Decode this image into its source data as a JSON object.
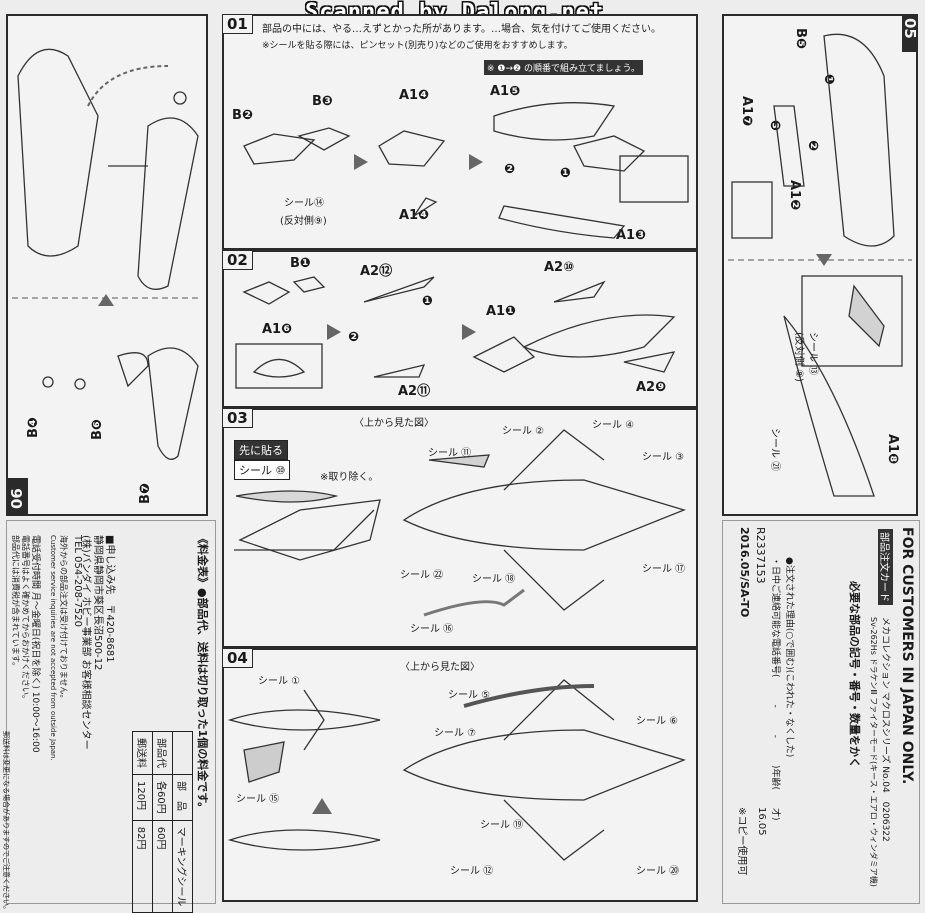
{
  "watermark": "Scanned by Dalong.net",
  "steps": {
    "s01": {
      "number": "01",
      "intro": "部品の中には、やる…えずとかった所があります。…場合、気を付けてご使用ください。",
      "seal_note": "※シールを貼る際には、ピンセット(別売り)などのご使用をおすすめします。",
      "order_note": "※ ❶→❷ の順番で組み立てましょう。",
      "labels": [
        "B❷",
        "B❸",
        "A1❹",
        "A1❹",
        "A1❺",
        "A1❸"
      ],
      "seal": "シール⑭",
      "seal_sub": "(反対側⑨)",
      "order": [
        "❶",
        "❷"
      ]
    },
    "s02": {
      "number": "02",
      "labels": [
        "B❶",
        "A1❻",
        "A2⑫",
        "A2⑩",
        "A1❶",
        "A2⑪",
        "A2❾"
      ],
      "order": [
        "❶",
        "❷"
      ]
    },
    "s03": {
      "number": "03",
      "view_label": "〈上から見た図〉",
      "first_title": "先に貼る",
      "first_seal": "シール ⑩",
      "remove_note": "※取り除く。",
      "seals": [
        "シール ②",
        "シール ④",
        "シール ⑪",
        "シール ③",
        "シール ㉒",
        "シール ⑱",
        "シール ⑰",
        "シール ⑯"
      ]
    },
    "s04": {
      "number": "04",
      "view_label": "〈上から見た図〉",
      "seals": [
        "シール ①",
        "シール ⑤",
        "シール ⑥",
        "シール ⑦",
        "シール ⑮",
        "シール ⑲",
        "シール ⑫",
        "シール ⑳"
      ]
    },
    "s05": {
      "number": "05",
      "labels": [
        "B❺",
        "A1❼",
        "A1❷",
        "A1❽"
      ],
      "order": [
        "❶",
        "❷",
        "❸"
      ],
      "seal": "シール ⑬",
      "seal_sub": "(反対側 ⑧)",
      "seal2": "シール ㉑"
    },
    "s06": {
      "number": "06",
      "labels": [
        "B❹",
        "B❻",
        "B❼"
      ]
    }
  },
  "customer": {
    "heading": "FOR CUSTOMERS IN JAPAN ONLY.",
    "card_title": "部品注文カード",
    "product": "メカコレクション マクロスシリーズ No.04　0206322",
    "product_sub": "Sv-262Hs ドラケンⅢ ファイターモード(キース・エアロ・ウィンダミア機)",
    "instruction": "必要な部品の記号・番号・数量をかく",
    "reason": "●注文された理由(○で囲む)(こわれた・なくした)",
    "phone": "・日中ご連絡可能な電話番号(　　　-　　　-　　　)年齢(　　才)",
    "code": "R2337153",
    "date": "2016.05/SA-TO",
    "no_copy": "※コピー使用可",
    "version": "16.05"
  },
  "price": {
    "heading": "《料金表》●部品代、送料は切り取った1個の料金です。",
    "col_headers": [
      "部　品",
      "マーキングシール"
    ],
    "rows": [
      {
        "label": "部品代",
        "parts": "各60円",
        "seal": "60円"
      },
      {
        "label": "郵送料",
        "parts": "120円",
        "seal": "82円"
      }
    ]
  },
  "address": {
    "title": "■申し込み先　〒420-8681",
    "line1": "静岡県静岡市葵区長沼500-12",
    "line2": "(株)バンダイ ホビー事業部 お客様相談センター",
    "tel": "TEL 054-208-7520",
    "hours": "電話受付時間 月～金曜日(祝日を除く) 10:00～16:00",
    "note1": "電話番号はよく確かめてからおかけください。",
    "note2": "部品代には消費税が含まれています。",
    "note3": "郵送料は変更になる場合がありますのでご注意ください。",
    "overseas_jp": "海外からの部品注文は受け付けておりません。",
    "overseas_en": "Customer service inquiries are not accepted from outside Japan."
  }
}
